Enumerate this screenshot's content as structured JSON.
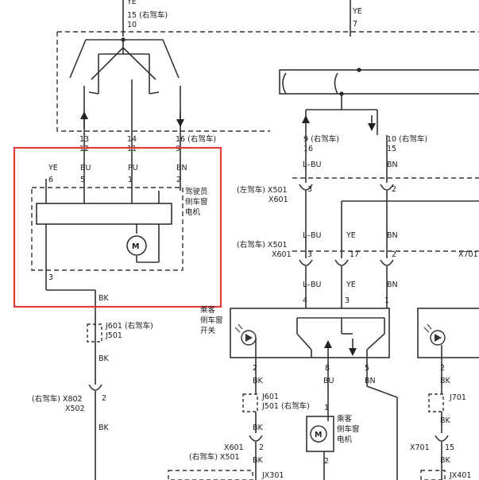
{
  "wires": {
    "top_ye": "YE",
    "top_15_right": "15 (右驾车)",
    "top_10": "10",
    "top_ye_right": "YE",
    "top_7": "7",
    "a_13": "13",
    "a_12": "12",
    "b_14": "14",
    "b_11": "11",
    "c_16": "16 (右驾车)",
    "c_9": "9",
    "d_9_right": "9 (右驾车)",
    "d_16": "16",
    "e_10_right": "10 (右驾车)",
    "e_15": "15",
    "l_bu": "L–BU",
    "bn": "BN",
    "ye": "YE",
    "bu": "BU",
    "pu": "PU",
    "bk": "BK"
  },
  "driver_motor": {
    "label_line1": "驾驶员",
    "label_line2": "侧车窗",
    "label_line3": "电机",
    "pin_ye": "YE",
    "pin_bu": "BU",
    "pin_pu": "PU",
    "pin_bn": "BN",
    "pin_6": "6",
    "pin_5": "5",
    "pin_1": "1",
    "pin_2": "2",
    "pin_3": "3",
    "motor_symbol": "M"
  },
  "connectors": {
    "x501_left": "(左驾车) X501",
    "x601_a": "X601",
    "x501_right": "(右驾车) X501",
    "x601_b": "X601",
    "c3": "3",
    "c2": "2",
    "c17": "17",
    "x701": "X701",
    "j601": "J601 (右驾车)",
    "j501": "J501",
    "x802": "(右驾车) X802",
    "x502": "X502",
    "x802_pin": "2",
    "j601_b": "J601",
    "j501_b": "J501 (右驾车)",
    "j701": "J701",
    "x601_c": "X601",
    "x501_c": "(右驾车) X501",
    "jx301": "JX301",
    "x701_b": "X701",
    "jx401": "JX401",
    "pin_4": "4",
    "pin_3": "3",
    "pin_1": "1",
    "pin_2": "2",
    "pin_8": "8",
    "pin_5": "5",
    "pin_15": "15"
  },
  "passenger_switch": {
    "label_line1": "乘客",
    "label_line2": "侧车窗",
    "label_line3": "开关"
  },
  "passenger_motor": {
    "label_line1": "乘客",
    "label_line2": "侧车窗",
    "label_line3": "电机",
    "motor_symbol": "M",
    "pin_1": "1",
    "pin_2": "2"
  },
  "highlight_color": "#e33b35"
}
